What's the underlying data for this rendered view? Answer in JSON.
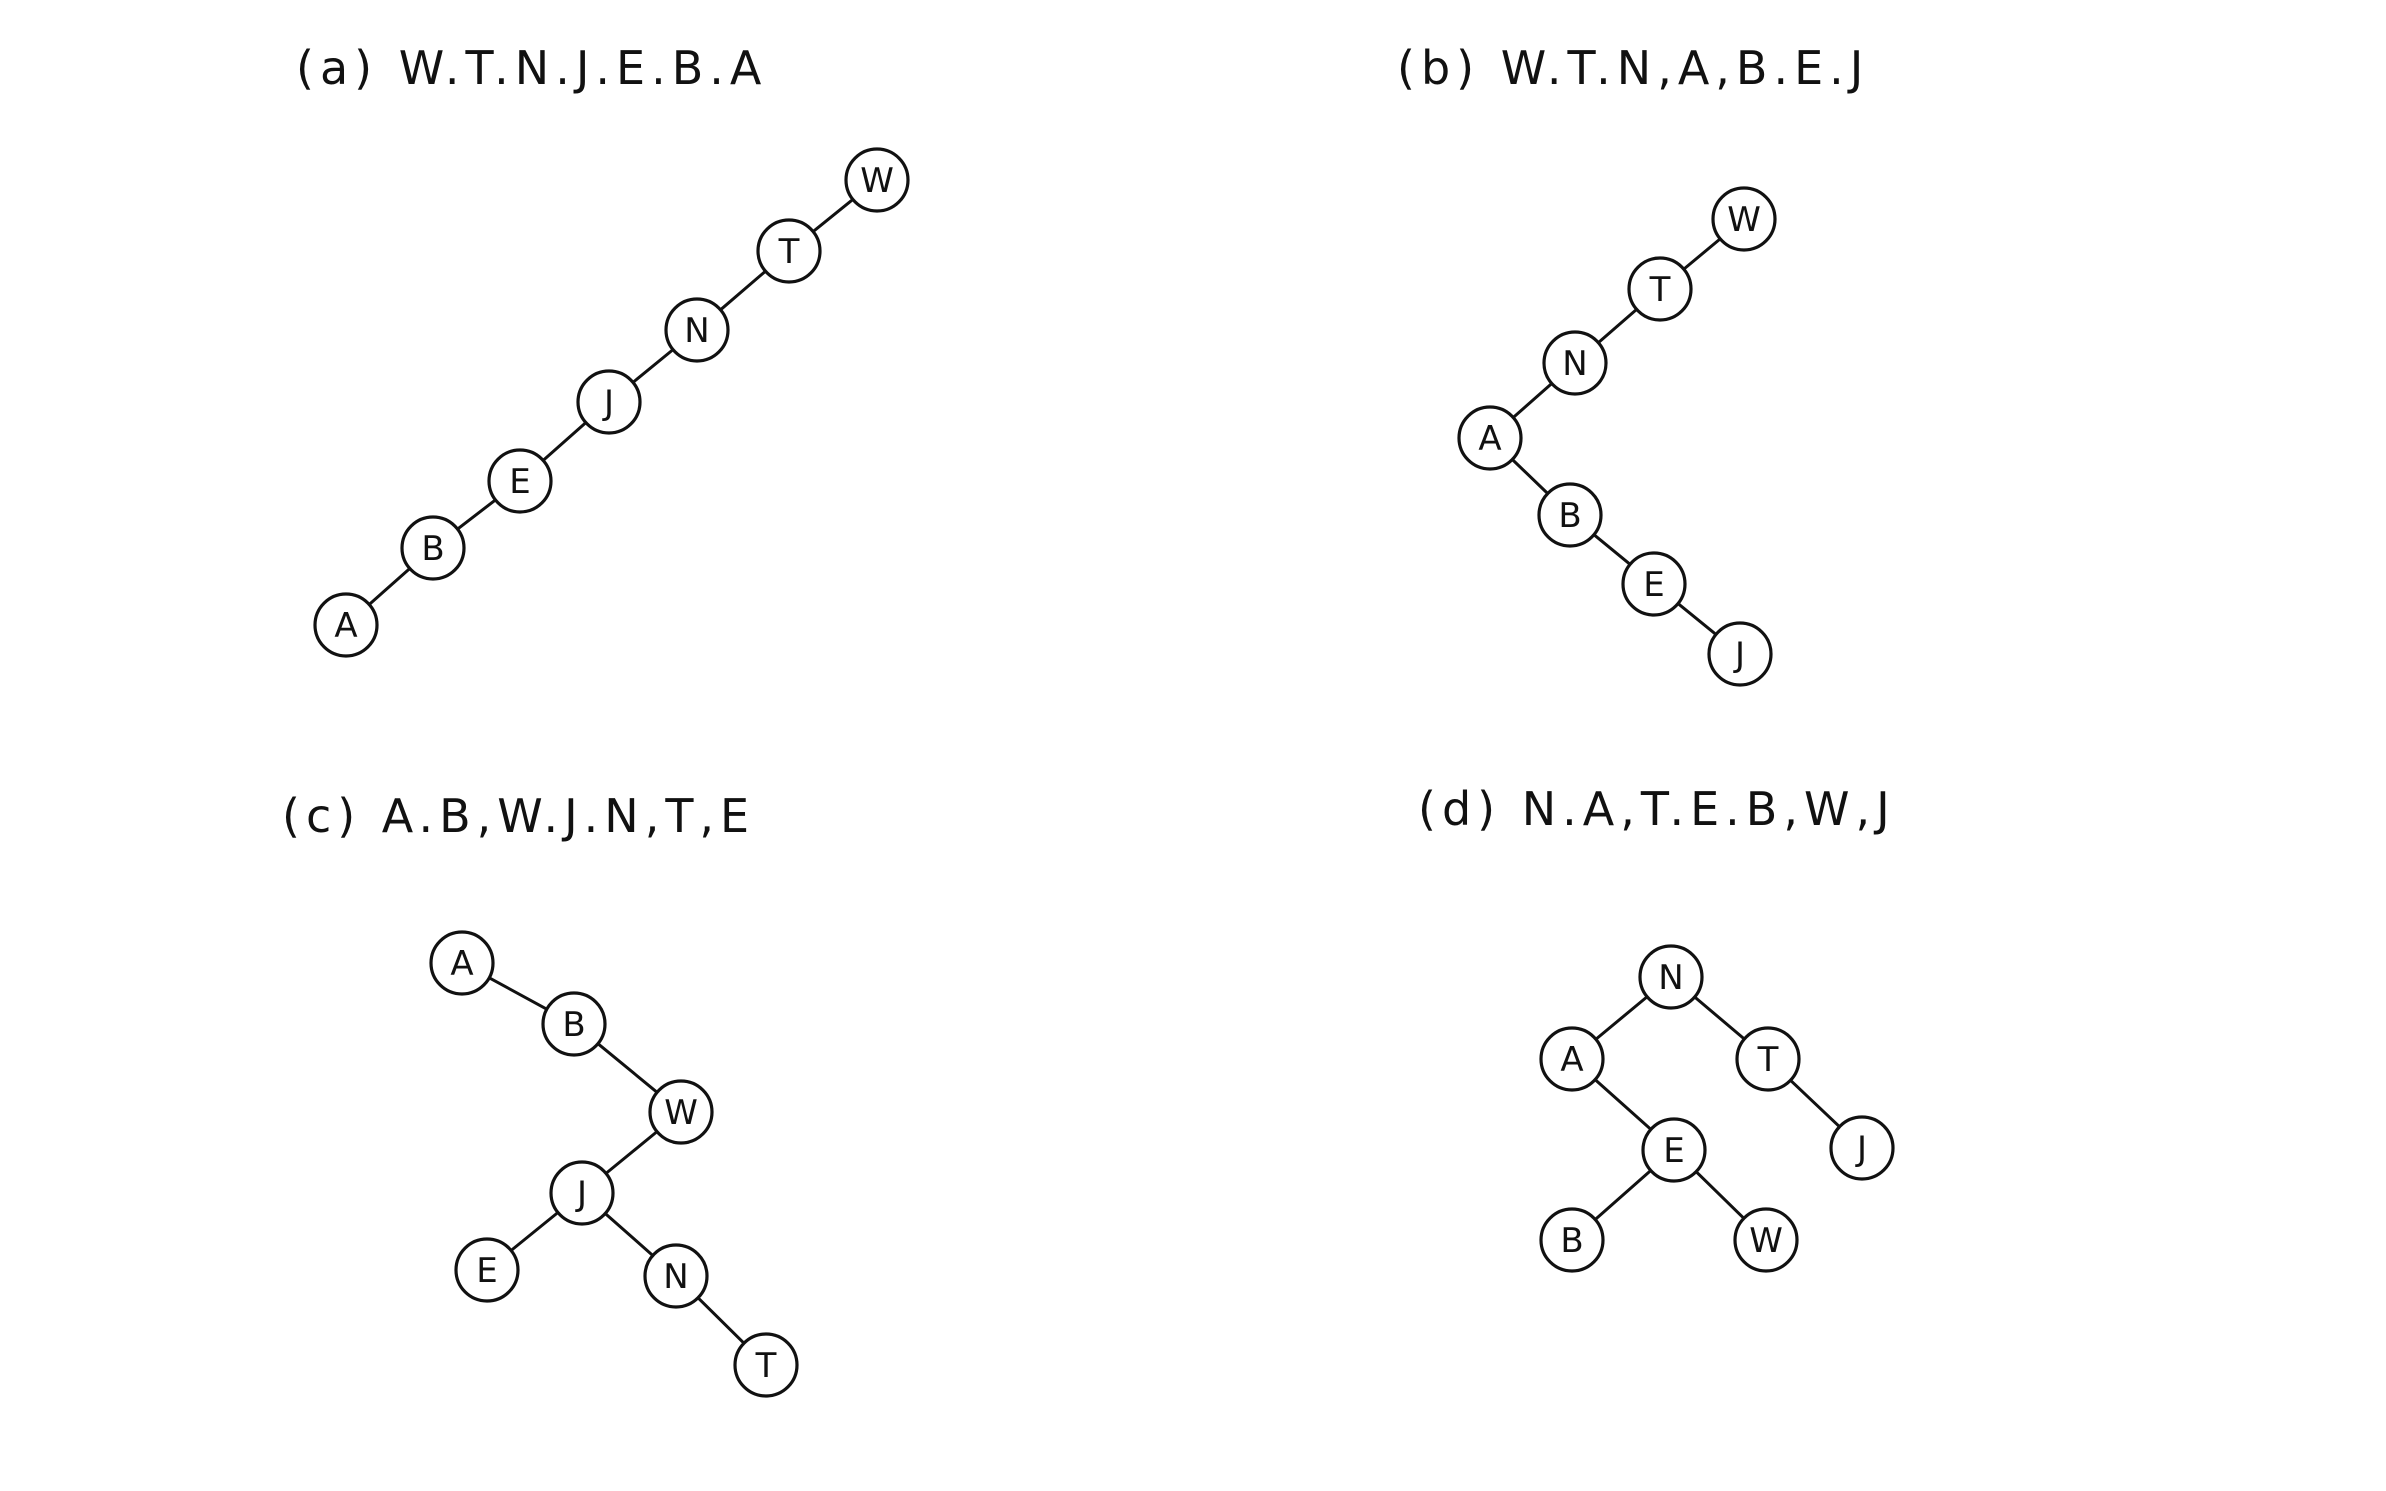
{
  "panels": [
    {
      "id": "a",
      "title": "(a) W.T.N.J.E.B.A",
      "nodes": [
        "W",
        "T",
        "N",
        "J",
        "E",
        "B",
        "A"
      ],
      "edges": [
        [
          "W",
          "T"
        ],
        [
          "T",
          "N"
        ],
        [
          "N",
          "J"
        ],
        [
          "J",
          "E"
        ],
        [
          "E",
          "B"
        ],
        [
          "B",
          "A"
        ]
      ]
    },
    {
      "id": "b",
      "title": "(b) W.T.N,A,B.E.J",
      "nodes": [
        "W",
        "T",
        "N",
        "A",
        "B",
        "E",
        "J"
      ],
      "edges": [
        [
          "W",
          "T"
        ],
        [
          "T",
          "N"
        ],
        [
          "N",
          "A"
        ],
        [
          "A",
          "B"
        ],
        [
          "B",
          "E"
        ],
        [
          "E",
          "J"
        ]
      ]
    },
    {
      "id": "c",
      "title": "(c) A.B,W.J.N,T,E",
      "nodes": [
        "A",
        "B",
        "W",
        "J",
        "E",
        "N",
        "T"
      ],
      "edges": [
        [
          "A",
          "B"
        ],
        [
          "B",
          "W"
        ],
        [
          "W",
          "J"
        ],
        [
          "J",
          "E"
        ],
        [
          "J",
          "N"
        ],
        [
          "N",
          "T"
        ]
      ]
    },
    {
      "id": "d",
      "title": "(d) N.A,T.E.B,W,J",
      "nodes": [
        "N",
        "A",
        "T",
        "E",
        "J",
        "B",
        "W"
      ],
      "edges": [
        [
          "N",
          "A"
        ],
        [
          "N",
          "T"
        ],
        [
          "A",
          "E"
        ],
        [
          "T",
          "J"
        ],
        [
          "E",
          "B"
        ],
        [
          "E",
          "W"
        ]
      ]
    }
  ]
}
